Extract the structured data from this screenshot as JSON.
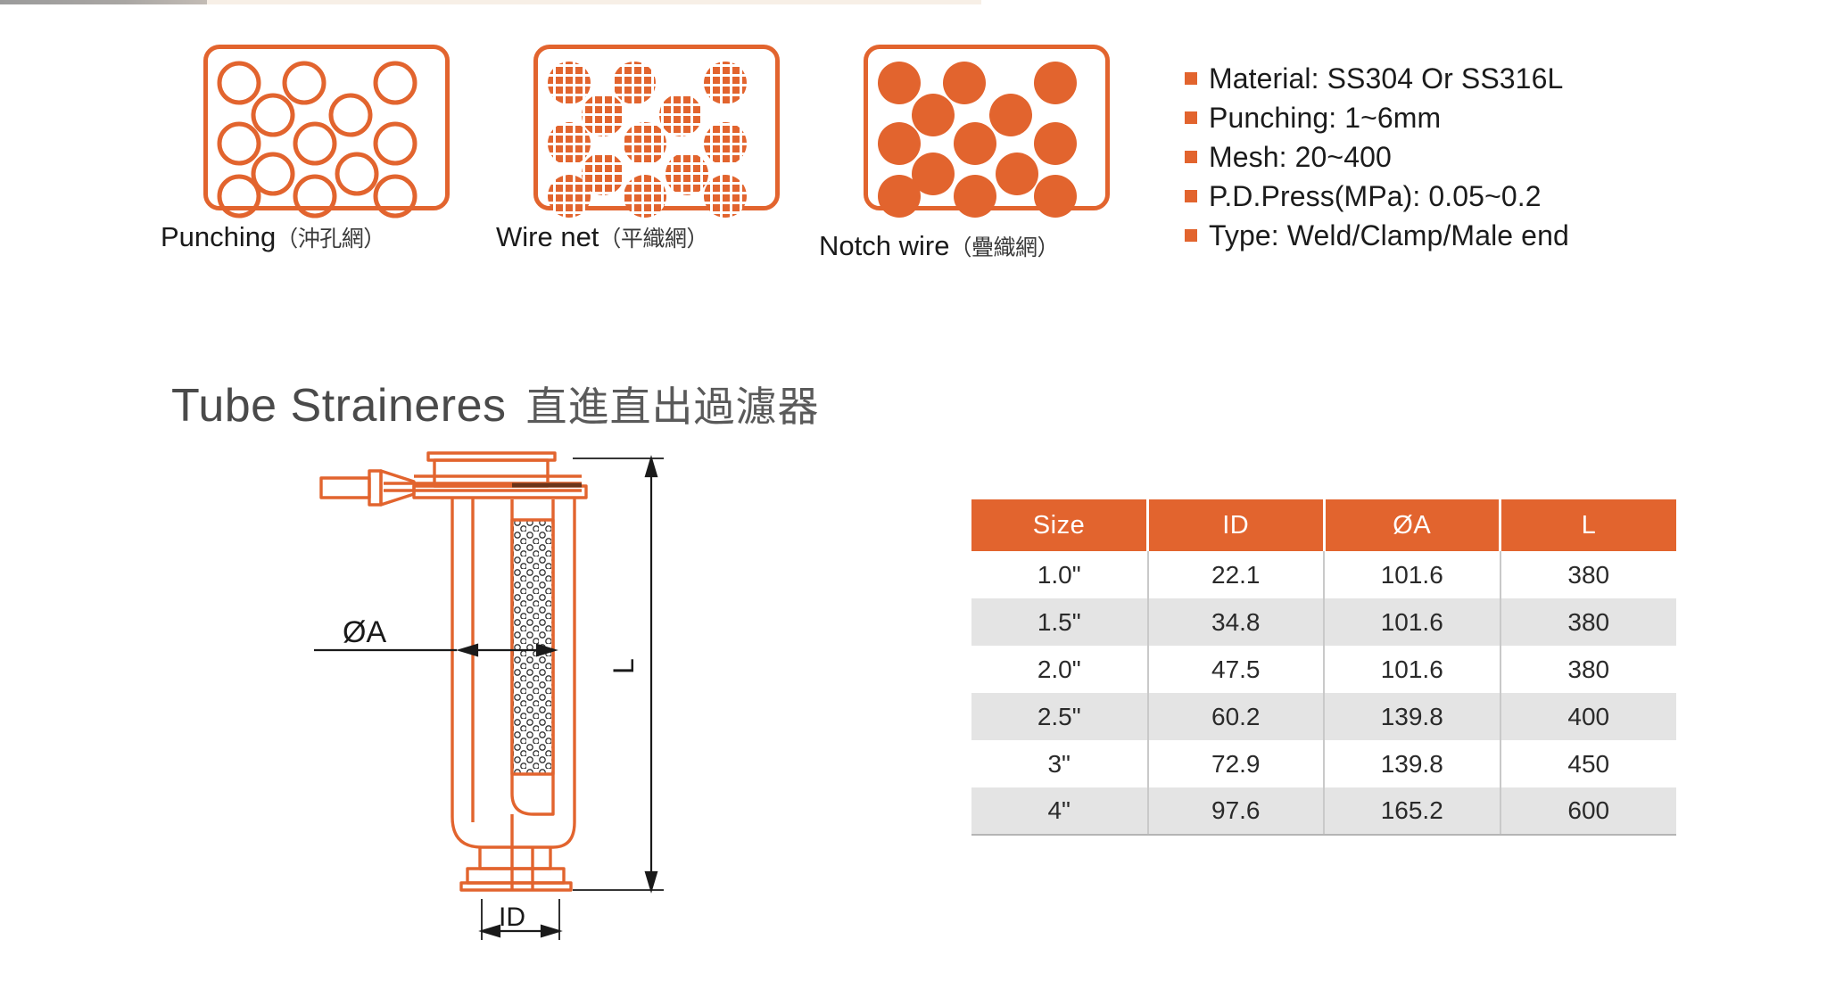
{
  "mesh_samples": [
    {
      "name": "punching-sample",
      "label_en": "Punching",
      "label_cn": "（沖孔網）",
      "style": "outline-circles"
    },
    {
      "name": "wire-net-sample",
      "label_en": "Wire net",
      "label_cn": "（平織網）",
      "style": "grid-filled-circles"
    },
    {
      "name": "notch-wire-sample",
      "label_en": "Notch wire",
      "label_cn": "（疊織網）",
      "style": "solid-circles"
    }
  ],
  "specs": {
    "bullet_color": "#E2642E",
    "items": [
      "Material: SS304 Or SS316L",
      "Punching: 1~6mm",
      "Mesh: 20~400",
      "P.D.Press(MPa): 0.05~0.2",
      "Type: Weld/Clamp/Male end"
    ]
  },
  "section": {
    "title_en": "Tube Straineres",
    "title_cn": "直進直出過濾器"
  },
  "drawing": {
    "name": "tube-strainer-cross-section",
    "line_color": "#E2642E",
    "dimension_color": "#1a1a1a",
    "labels": {
      "diameter": "ØA",
      "length": "L",
      "inner_diameter": "ID"
    }
  },
  "table": {
    "header_color": "#E2642E",
    "alt_row_color": "#e4e4e4",
    "columns": [
      "Size",
      "ID",
      "ØA",
      "L"
    ],
    "rows": [
      [
        "1.0\"",
        "22.1",
        "101.6",
        "380"
      ],
      [
        "1.5\"",
        "34.8",
        "101.6",
        "380"
      ],
      [
        "2.0\"",
        "47.5",
        "101.6",
        "380"
      ],
      [
        "2.5\"",
        "60.2",
        "139.8",
        "400"
      ],
      [
        "3\"",
        "72.9",
        "139.8",
        "450"
      ],
      [
        "4\"",
        "97.6",
        "165.2",
        "600"
      ]
    ]
  }
}
